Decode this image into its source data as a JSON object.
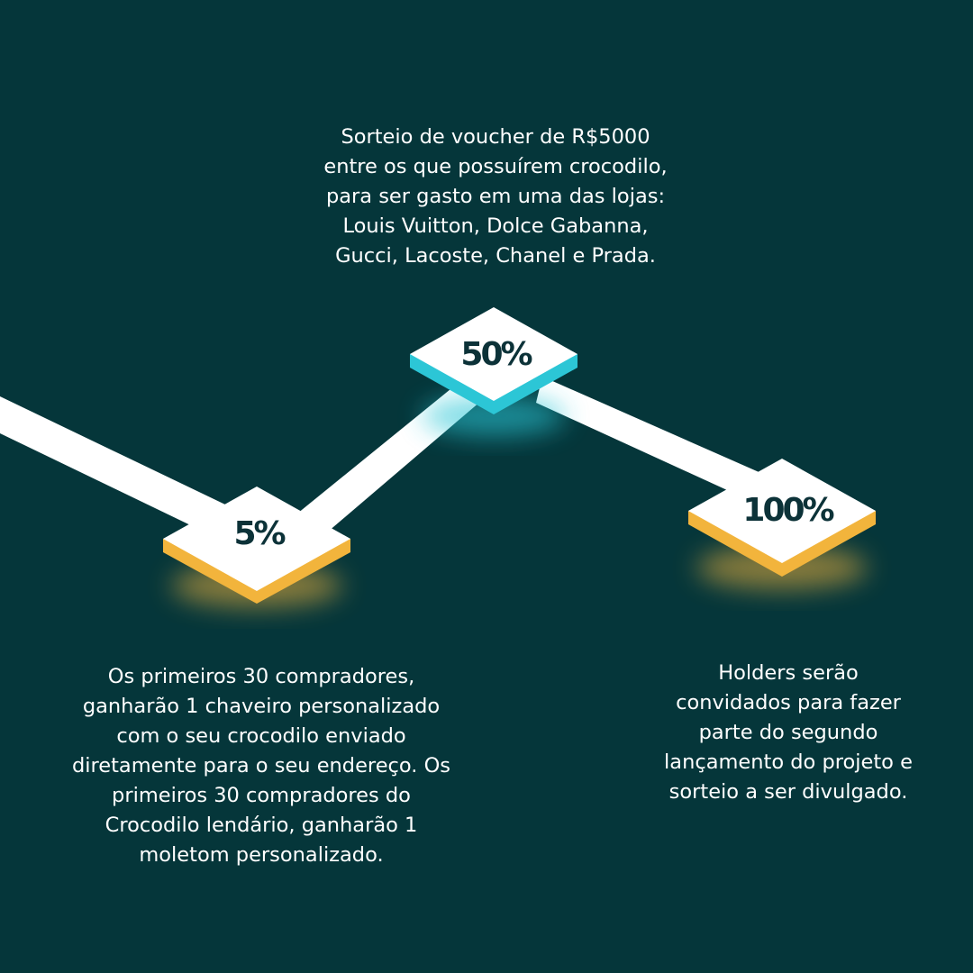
{
  "colors": {
    "background": "#05363a",
    "path": "#ffffff",
    "tile_top": "#ffffff",
    "tile_side_5": "#f2b43c",
    "tile_side_50": "#2cc6d6",
    "tile_side_100": "#f2b43c",
    "label_text": "#0c3238",
    "body_text": "#ffffff"
  },
  "milestones": [
    {
      "id": "m5",
      "label": "5%",
      "accent": "yellow",
      "description": "Os primeiros 30 compradores,\nganharão 1 chaveiro personalizado\ncom o seu crocodilo enviado\ndiretamente para o seu endereço. Os\nprimeiros 30 compradores do\nCrocodilo lendário, ganharão 1\nmoletom personalizado."
    },
    {
      "id": "m50",
      "label": "50%",
      "accent": "cyan",
      "description": "Sorteio de voucher de R$5000\nentre os que possuírem crocodilo,\npara ser gasto em uma das lojas:\nLouis Vuitton, Dolce Gabanna,\nGucci, Lacoste, Chanel e Prada."
    },
    {
      "id": "m100",
      "label": "100%",
      "accent": "yellow",
      "description": "Holders serão\nconvidados para fazer\nparte do segundo\nlançamento do projeto e\nsorteio a ser divulgado."
    }
  ]
}
